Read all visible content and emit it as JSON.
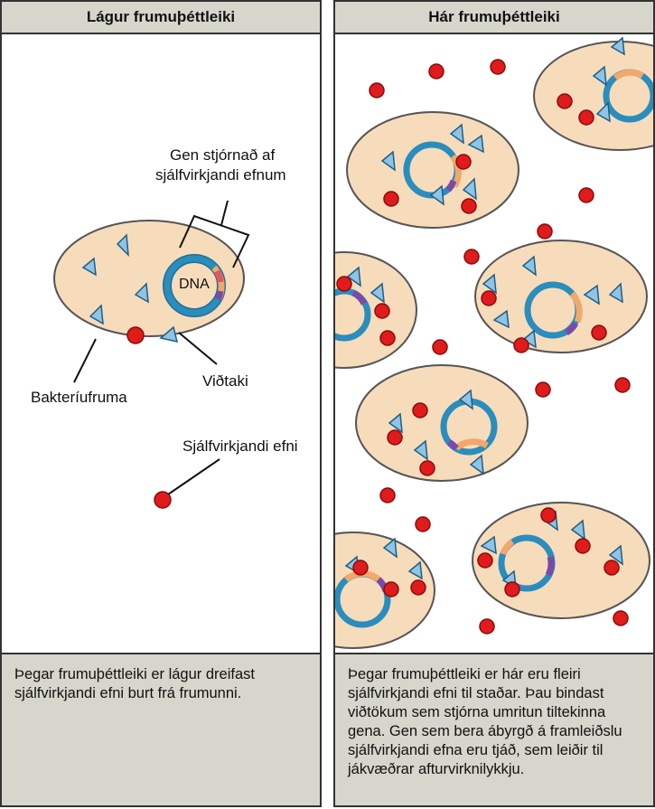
{
  "left_panel": {
    "title": "Lágur frumuþéttleiki",
    "caption": "Þegar frumuþéttleiki er lágur dreifast sjálfvirkjandi efni burt frá frumunni.",
    "labels": {
      "gene_line1": "Gen stjórnað af",
      "gene_line2": "sjálfvirkjandi efnum",
      "dna": "DNA",
      "receptor": "Viðtaki",
      "cell": "Bakteríufruma",
      "autoinducer": "Sjálfvirkjandi efni"
    }
  },
  "right_panel": {
    "title": "Hár frumuþéttleiki",
    "caption": "Þegar frumuþéttleiki er hár eru fleiri sjálfvirkjandi efni til staðar. Þau bindast viðtökum sem stjórna umritun tiltekinna gena. Gen sem bera ábyrgð á framleiðslu sjálfvirkjandi efna eru tjáð, sem leiðir til jákvæðrar afturvirknilykkju."
  },
  "colors": {
    "cell_fill": "#f7dcbb",
    "dna_ring": "#2a8dbd",
    "receptor": "#8ec4e8",
    "autoinducer": "#e01b1b",
    "header_bg": "#d6d6cd"
  }
}
